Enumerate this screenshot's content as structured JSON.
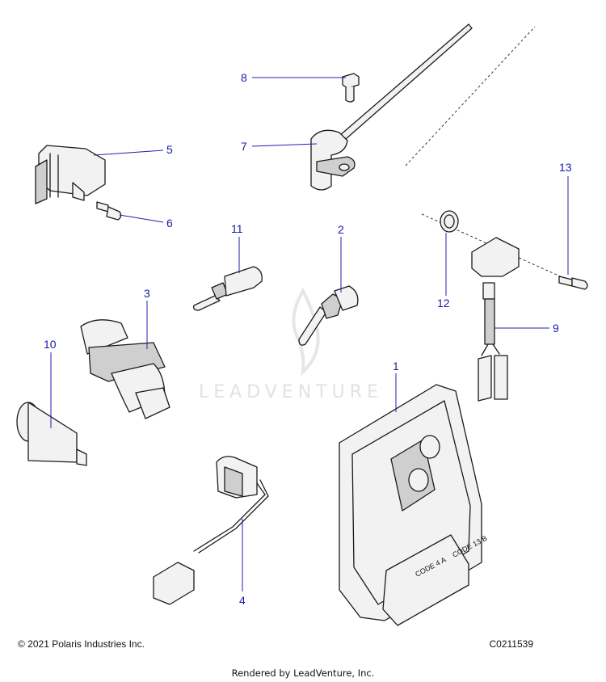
{
  "watermark": {
    "text": "LEADVENTURE"
  },
  "callouts": [
    "1",
    "2",
    "3",
    "4",
    "5",
    "6",
    "7",
    "8",
    "9",
    "10",
    "11",
    "12",
    "13"
  ],
  "footer": {
    "copyright": "© 2021 Polaris Industries Inc.",
    "figure_id": "C0211539",
    "rendered_by": "Rendered by LeadVenture, Inc."
  },
  "ecu_labels": {
    "code_a": "CODE 4 A",
    "code_b": "CODE 13 B"
  },
  "colors": {
    "callout": "#1a1aa8",
    "line": "#1a1a1a",
    "watermark": "#e2e2e2"
  }
}
